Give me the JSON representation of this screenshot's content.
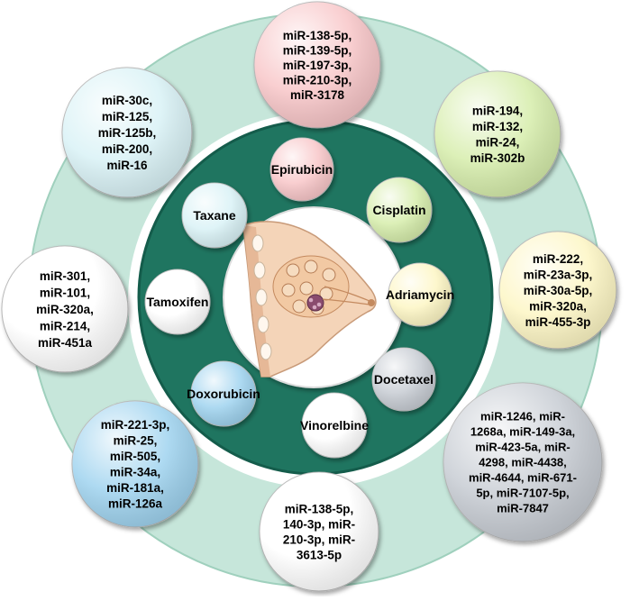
{
  "colors": {
    "outer_ring": "#c6e6da",
    "outer_ring_edge": "#9fd0bd",
    "inner_disc": "#1f7560",
    "inner_disc_edge": "#145c4b",
    "pink": "#f8c6c8",
    "green": "#d6edab",
    "yellow": "#fdf6c4",
    "grey": "#c7ccd3",
    "blue": "#9fd3ef",
    "white": "#ffffff",
    "aqua": "#d9f2f6"
  },
  "center_image": {
    "icon": "breast-anatomy-icon"
  },
  "drugs": [
    {
      "label": "Epirubicin",
      "color": "pink"
    },
    {
      "label": "Cisplatin",
      "color": "green"
    },
    {
      "label": "Adriamycin",
      "color": "yellow"
    },
    {
      "label": "Docetaxel",
      "color": "grey"
    },
    {
      "label": "Vinorelbine",
      "color": "white"
    },
    {
      "label": "Doxorubicin",
      "color": "blue"
    },
    {
      "label": "Tamoxifen",
      "color": "white"
    },
    {
      "label": "Taxane",
      "color": "aqua"
    }
  ],
  "mirna_groups": [
    {
      "drug": "Epirubicin",
      "color": "pink",
      "lines": [
        "miR-138-5p,",
        "miR-139-5p,",
        "miR-197-3p,",
        "miR-210-3p,",
        "miR-3178"
      ]
    },
    {
      "drug": "Cisplatin",
      "color": "green",
      "lines": [
        "miR-194,",
        "miR-132,",
        "miR-24,",
        "miR-302b"
      ]
    },
    {
      "drug": "Adriamycin",
      "color": "yellow",
      "lines": [
        "miR-222,",
        "miR-23a-3p,",
        "miR-30a-5p,",
        "miR-320a,",
        "miR-455-3p"
      ]
    },
    {
      "drug": "Docetaxel",
      "color": "grey",
      "lines": [
        "miR-1246, miR-",
        "1268a,  miR-149-3a,",
        "miR-423-5a, miR-",
        "4298, miR-4438,",
        "miR-4644, miR-671-",
        "5p, miR-7107-5p,",
        "miR-7847"
      ]
    },
    {
      "drug": "Vinorelbine",
      "color": "white",
      "lines": [
        "miR-138-5p,",
        "140-3p, miR-",
        "210-3p, miR-",
        "3613-5p"
      ]
    },
    {
      "drug": "Doxorubicin",
      "color": "blue",
      "lines": [
        "miR-221-3p,",
        "miR-25,",
        "miR-505,",
        "miR-34a,",
        "miR-181a,",
        "miR-126a"
      ]
    },
    {
      "drug": "Tamoxifen",
      "color": "white",
      "lines": [
        "miR-301,",
        "miR-101,",
        "miR-320a,",
        "miR-214,",
        "miR-451a"
      ]
    },
    {
      "drug": "Taxane",
      "color": "aqua",
      "lines": [
        "miR-30c,",
        "miR-125,",
        "miR-125b,",
        "miR-200,",
        "miR-16"
      ]
    }
  ]
}
